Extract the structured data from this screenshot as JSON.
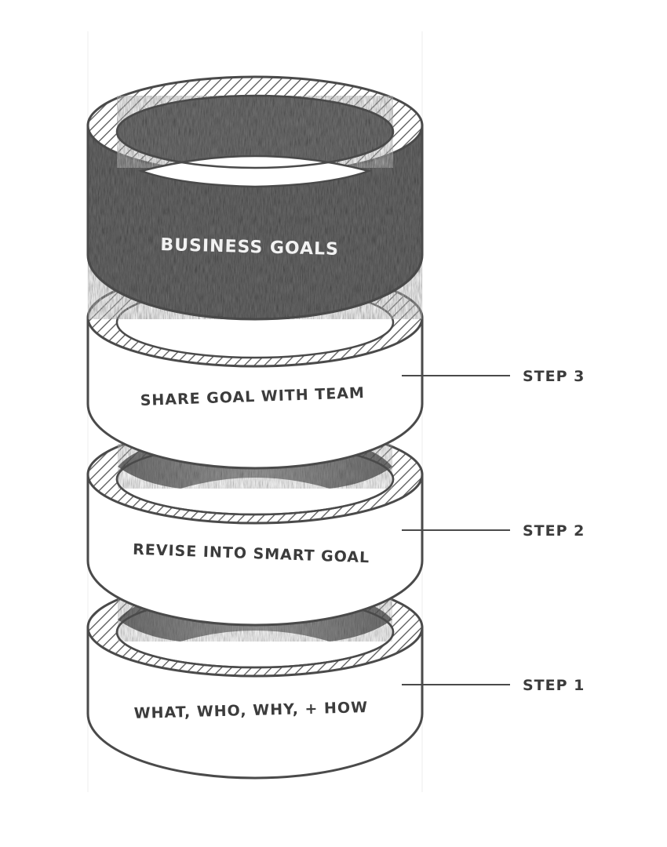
{
  "rings": [
    {
      "id": "top",
      "label": "BUSINESS GOALS"
    },
    {
      "id": "step3",
      "label": "SHARE GOAL WITH TEAM"
    },
    {
      "id": "step2",
      "label": "REVISE INTO SMART GOAL"
    },
    {
      "id": "step1",
      "label": "WHAT, WHO, WHY, + HOW"
    }
  ],
  "steps": [
    {
      "label": "STEP 3"
    },
    {
      "label": "STEP 2"
    },
    {
      "label": "STEP 1"
    }
  ],
  "colors": {
    "outline": "#4a4a4a",
    "dark_fill": "#6b6b6b",
    "light_fill": "#ffffff",
    "hatch": "#555555"
  }
}
